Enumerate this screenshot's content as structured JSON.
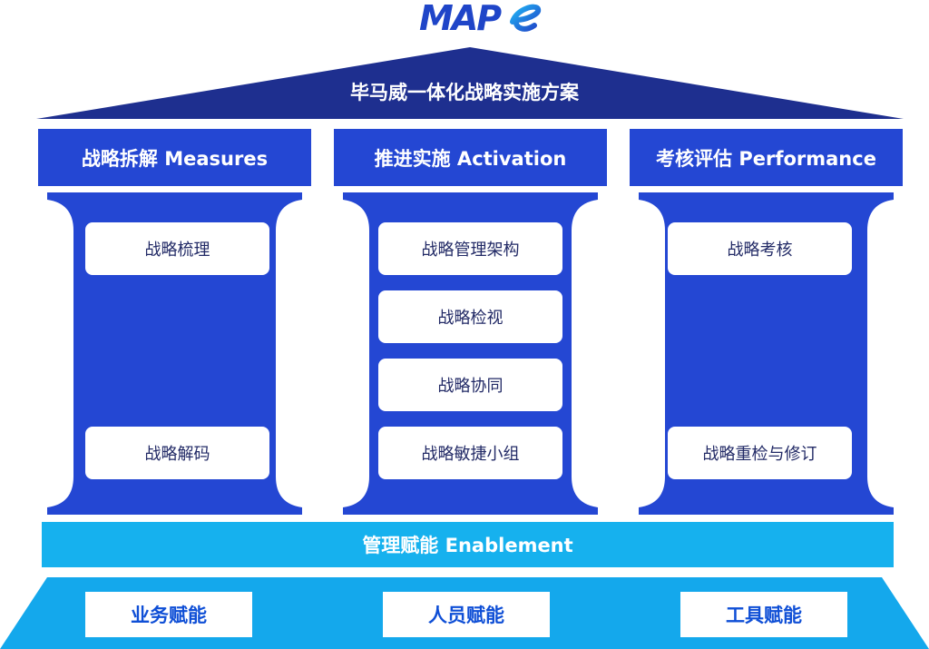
{
  "logo": {
    "text": "MAP"
  },
  "roof": {
    "title": "毕马威一体化战略实施方案"
  },
  "pillars": [
    {
      "title": "战略拆解 Measures",
      "items": [
        "战略梳理",
        "战略解码"
      ]
    },
    {
      "title": "推进实施 Activation",
      "items": [
        "战略管理架构",
        "战略检视",
        "战略协同",
        "战略敏捷小组"
      ]
    },
    {
      "title": "考核评估 Performance",
      "items": [
        "战略考核",
        "战略重检与修订"
      ]
    }
  ],
  "enablement": {
    "title": "管理赋能 Enablement"
  },
  "foundation": {
    "items": [
      "业务赋能",
      "人员赋能",
      "工具赋能"
    ]
  },
  "colors": {
    "roof": "#1e2f8f",
    "pillar": "#2447d3",
    "enablement": "#16b1ee",
    "foundation": "#14a8ec",
    "card_text": "#222a66",
    "foundation_text": "#0f4fd6"
  }
}
